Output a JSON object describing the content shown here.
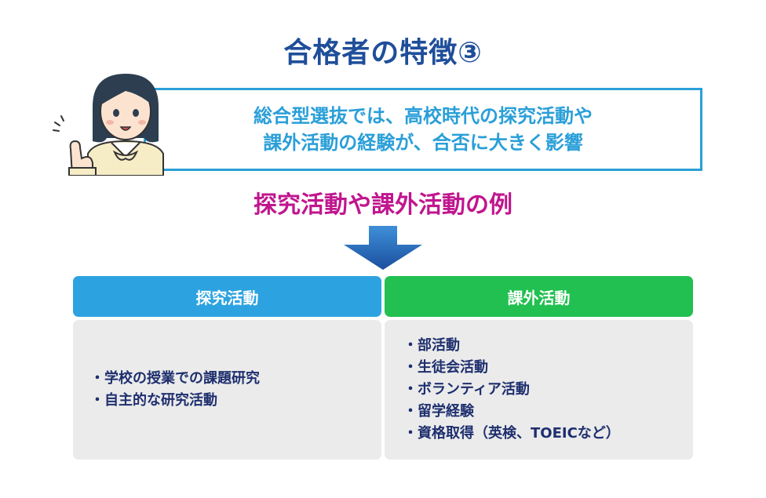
{
  "title": "合格者の特徴③",
  "callout": {
    "line1": "総合型選抜では、高校時代の探究活動や",
    "line2": "課外活動の経験が、合否に大きく影響"
  },
  "subtitle": "探究活動や課外活動の例",
  "columns": {
    "left": {
      "header": "探究活動",
      "color": "#2ca3e0",
      "items": [
        "・学校の授業での課題研究",
        "・自主的な研究活動"
      ]
    },
    "right": {
      "header": "課外活動",
      "color": "#21c050",
      "items": [
        "・部活動",
        "・生徒会活動",
        "・ボランティア活動",
        "・留学経験",
        "・資格取得（英検、TOEICなど）"
      ]
    }
  },
  "colors": {
    "title": "#1f4e9a",
    "callout_border": "#2a9fd8",
    "subtitle": "#c0168e",
    "body_bg": "#ebebeb",
    "item_text": "#1e2f6e"
  },
  "icons": {
    "avatar": "student-girl-illustration",
    "arrow": "down-arrow-icon"
  }
}
